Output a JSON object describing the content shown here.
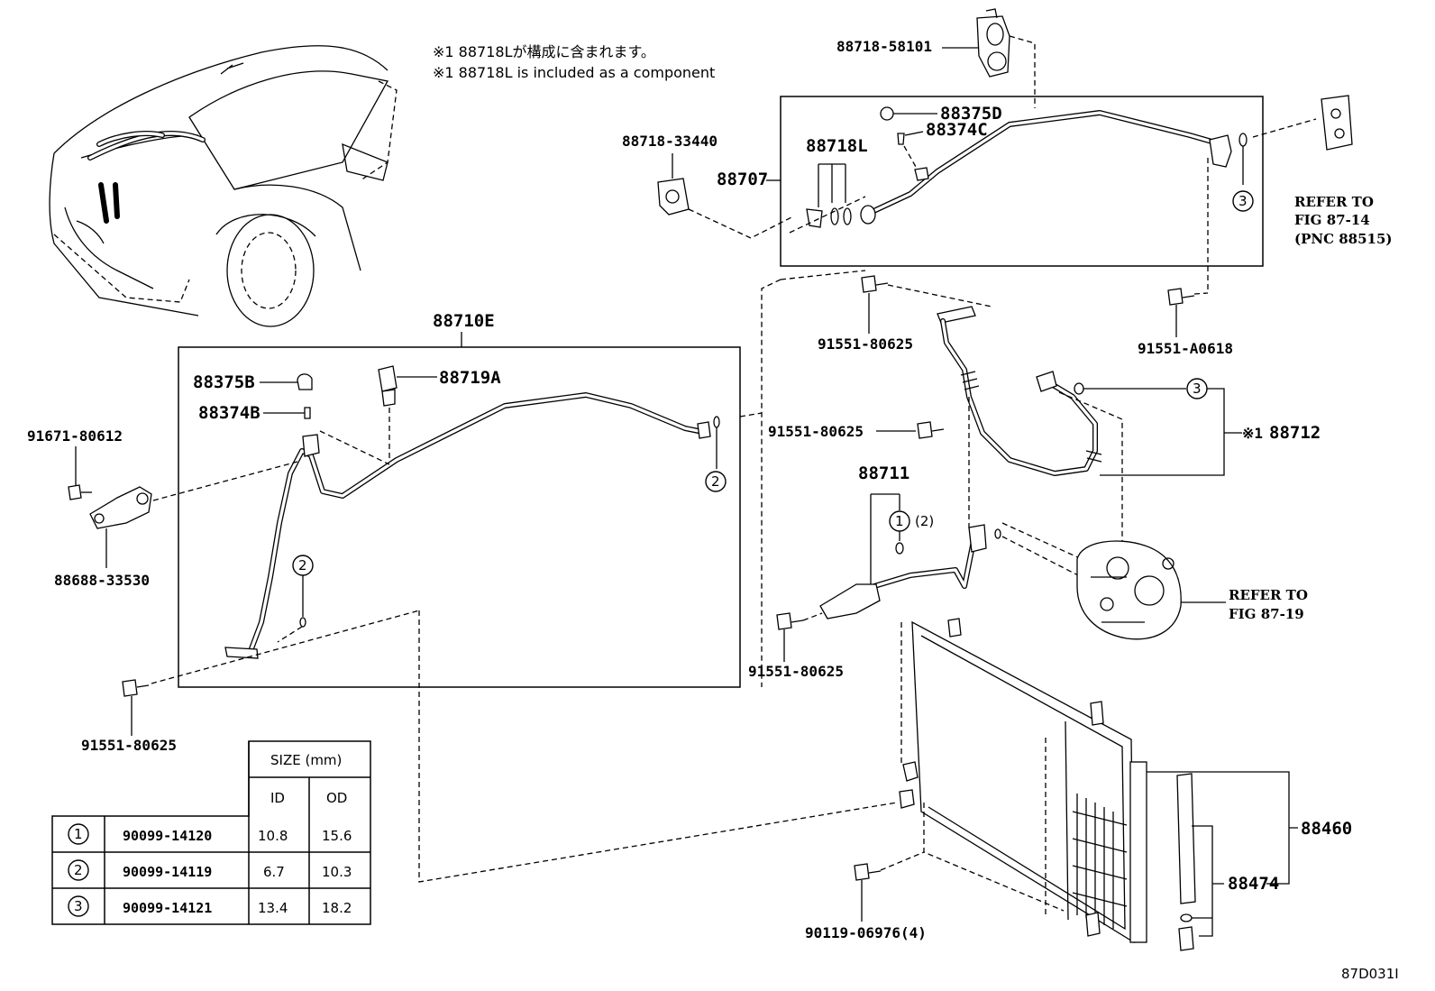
{
  "notes": {
    "jp": "※1 88718Lが構成に含まれます。",
    "en": "※1 88718L is included as a component"
  },
  "labels": {
    "p88718_58101": "88718-58101",
    "p88375D": "88375D",
    "p88374C": "88374C",
    "p88718_33440": "88718-33440",
    "p88718L": "88718L",
    "p88707": "88707",
    "p88710E": "88710E",
    "p88375B": "88375B",
    "p88719A": "88719A",
    "p88374B": "88374B",
    "p91671_80612": "91671-80612",
    "p88688_33530": "88688-33530",
    "p91551_80625_a": "91551-80625",
    "p91551_80625_b": "91551-80625",
    "p91551_80625_c": "91551-80625",
    "p91551_80625_d": "91551-80625",
    "p91551_A0618": "91551-A0618",
    "p88712": "88712",
    "p88712_mark": "※1",
    "p88711": "88711",
    "p88711_sub": "(2)",
    "p88460": "88460",
    "p88474": "88474",
    "p90119_06976": "90119-06976(4)",
    "figure_id": "87D031I"
  },
  "refs": {
    "ref1_line1": "REFER TO",
    "ref1_line2": "FIG 87-14",
    "ref1_line3": "(PNC 88515)",
    "ref2_line1": "REFER TO",
    "ref2_line2": "FIG 87-19"
  },
  "callouts": [
    "1",
    "2",
    "3"
  ],
  "size_table": {
    "header": "SIZE (mm)",
    "col_id": "ID",
    "col_od": "OD",
    "rows": [
      {
        "mark": "1",
        "part": "90099-14120",
        "id": "10.8",
        "od": "15.6"
      },
      {
        "mark": "2",
        "part": "90099-14119",
        "id": "6.7",
        "od": "10.3"
      },
      {
        "mark": "3",
        "part": "90099-14121",
        "id": "13.4",
        "od": "18.2"
      }
    ]
  }
}
